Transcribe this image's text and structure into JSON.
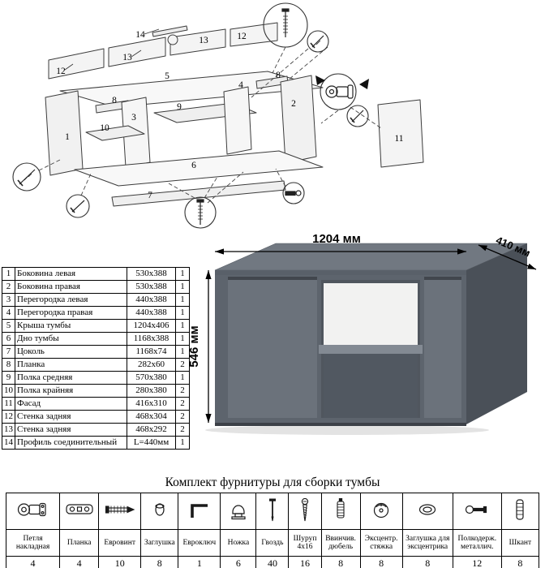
{
  "diagram": {
    "part_labels": {
      "l1": "1",
      "l2": "2",
      "l3": "3",
      "l4": "4",
      "l5": "5",
      "l6": "6",
      "l7": "7",
      "l8a": "8",
      "l8b": "8",
      "l9": "9",
      "l10": "10",
      "l11": "11",
      "l12a": "12",
      "l12b": "12",
      "l13a": "13",
      "l13b": "13",
      "l14": "14"
    }
  },
  "parts_table": {
    "rows": [
      {
        "num": "1",
        "name": "Боковина левая",
        "size": "530x388",
        "qty": "1"
      },
      {
        "num": "2",
        "name": "Боковина правая",
        "size": "530x388",
        "qty": "1"
      },
      {
        "num": "3",
        "name": "Перегородка левая",
        "size": "440x388",
        "qty": "1"
      },
      {
        "num": "4",
        "name": "Перегородка правая",
        "size": "440x388",
        "qty": "1"
      },
      {
        "num": "5",
        "name": "Крыша тумбы",
        "size": "1204x406",
        "qty": "1"
      },
      {
        "num": "6",
        "name": "Дно тумбы",
        "size": "1168x388",
        "qty": "1"
      },
      {
        "num": "7",
        "name": "Цоколь",
        "size": "1168x74",
        "qty": "1"
      },
      {
        "num": "8",
        "name": "Планка",
        "size": "282x60",
        "qty": "2"
      },
      {
        "num": "9",
        "name": "Полка средняя",
        "size": "570x380",
        "qty": "1"
      },
      {
        "num": "10",
        "name": "Полка крайняя",
        "size": "280x380",
        "qty": "2"
      },
      {
        "num": "11",
        "name": "Фасад",
        "size": "416x310",
        "qty": "2"
      },
      {
        "num": "12",
        "name": "Стенка задняя",
        "size": "468x304",
        "qty": "2"
      },
      {
        "num": "13",
        "name": "Стенка задняя",
        "size": "468x292",
        "qty": "2"
      },
      {
        "num": "14",
        "name": "Профиль соединительный",
        "size": "L=440мм",
        "qty": "1"
      }
    ]
  },
  "product": {
    "width_label": "1204 мм",
    "depth_label": "410 мм",
    "height_label": "546 мм",
    "colors": {
      "body": "#5d646d",
      "door": "#6b727b",
      "top": "#717881",
      "side": "#4a5058",
      "interior_back": "#f2f2f1",
      "shelf": "#838a93",
      "interior_low": "#515861"
    }
  },
  "hardware": {
    "title": "Комплект фурнитуры для сборки тумбы",
    "items": [
      {
        "icon": "hinge-icon",
        "name": "Петля накладная",
        "qty": "4"
      },
      {
        "icon": "plate-icon",
        "name": "Планка",
        "qty": "4"
      },
      {
        "icon": "confirmat-screw-icon",
        "name": "Евровинт",
        "qty": "10"
      },
      {
        "icon": "cap-icon",
        "name": "Заглушка",
        "qty": "8"
      },
      {
        "icon": "hex-key-icon",
        "name": "Евроключ",
        "qty": "1"
      },
      {
        "icon": "foot-icon",
        "name": "Ножка",
        "qty": "6"
      },
      {
        "icon": "nail-icon",
        "name": "Гвоздь",
        "qty": "40"
      },
      {
        "icon": "screw-icon",
        "name": "Шуруп 4х16",
        "qty": "16"
      },
      {
        "icon": "screw-dowel-icon",
        "name": "Ввинчив. дюбель",
        "qty": "8"
      },
      {
        "icon": "cam-lock-icon",
        "name": "Эксцентр. стяжка",
        "qty": "8"
      },
      {
        "icon": "cam-cap-icon",
        "name": "Заглушка для эксцентрика",
        "qty": "8"
      },
      {
        "icon": "shelf-pin-icon",
        "name": "Полкодерж. металлич.",
        "qty": "12"
      },
      {
        "icon": "dowel-icon",
        "name": "Шкант",
        "qty": "8"
      }
    ]
  }
}
